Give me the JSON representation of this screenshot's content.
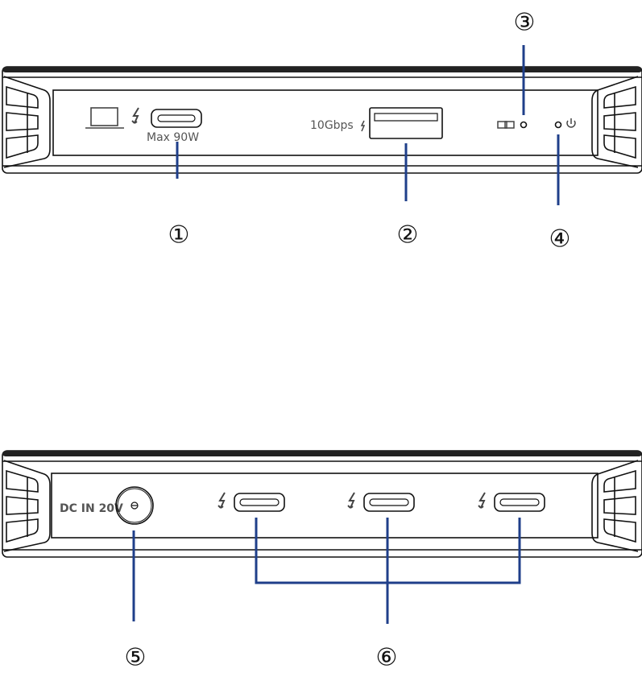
{
  "front_panel": {
    "laptop_port_label": "Max 90W",
    "usb_a_label": "10Gbps",
    "icons": [
      "laptop-icon",
      "thunderbolt-icon",
      "link-icon",
      "power-icon"
    ]
  },
  "rear_panel": {
    "dc_in_label": "DC IN 20V",
    "icons": [
      "dc-polarity-icon",
      "thunderbolt-icon"
    ]
  },
  "callouts": {
    "c1": "①",
    "c2": "②",
    "c3": "③",
    "c4": "④",
    "c5": "⑤",
    "c6": "⑥"
  },
  "colors": {
    "callout_line": "#1f3f8a",
    "outline": "#111111",
    "label": "#555555"
  }
}
